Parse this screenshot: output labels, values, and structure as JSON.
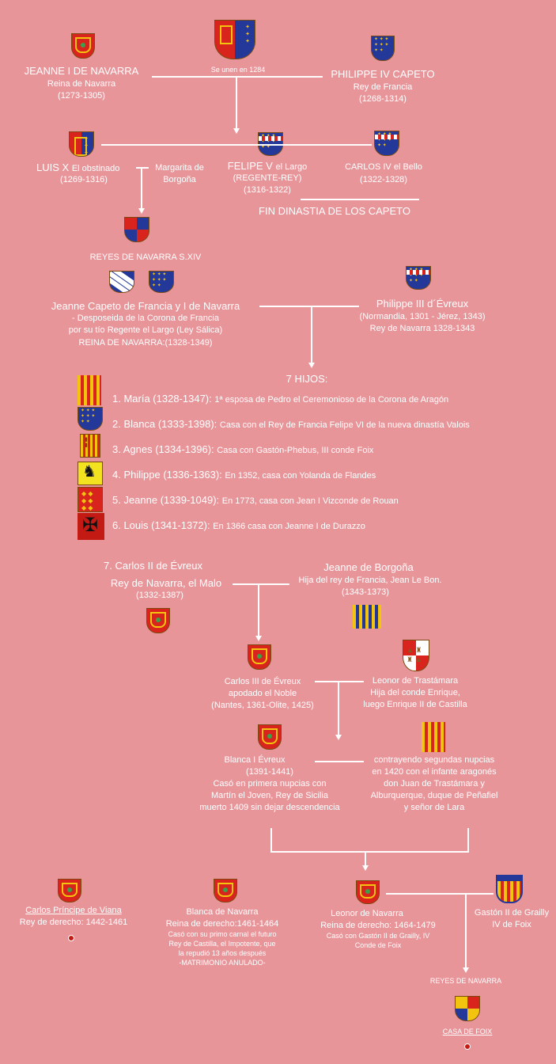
{
  "gen1": {
    "jeanne_name": "JEANNE I DE NAVARRA",
    "jeanne_title": "Reina de Navarra",
    "jeanne_years": "(1273-1305)",
    "union": "Se unen en 1284",
    "philippe_name": "PHILIPPE IV CAPETO",
    "philippe_title": "Rey de Francia",
    "philippe_years": "(1268-1314)"
  },
  "gen2": {
    "luis_name": "LUIS X",
    "luis_epithet": "El obstinado",
    "luis_years": "(1269-1316)",
    "margarita_1": "Margarita de",
    "margarita_2": "Borgoña",
    "felipe_name": "FELIPE V",
    "felipe_epithet": "el Largo",
    "felipe_regent": "(REGENTE-REY)",
    "felipe_years": "(1316-1322)",
    "carlos_name": "CARLOS IV el Bello",
    "carlos_years": "(1322-1328)",
    "end_dynasty": "FIN DINASTIA DE LOS CAPETO"
  },
  "gen3": {
    "section_label": "REYES DE NAVARRA S.XIV",
    "jeanne_name": "Jeanne Capeto de Francia y I de Navarra",
    "jeanne_line2": "- Desposeida de la Corona de Francia",
    "jeanne_line3": "por su tío Regente el Largo (Ley Sálica)",
    "jeanne_line4": "REINA  DE NAVARRA:(1328-1349)",
    "philippe_name": "Philippe III d´Évreux",
    "philippe_line2": "(Normandia, 1301 - Jérez, 1343)",
    "philippe_line3": "Rey de Navarra 1328-1343",
    "children_header": "7 HIJOS:"
  },
  "children": [
    {
      "name": "1. María (1328-1347):",
      "desc": "1ª esposa de Pedro el Ceremonioso de la Corona de Aragón"
    },
    {
      "name": "2. Blanca (1333-1398):",
      "desc": "Casa con el Rey de Francia Felipe VI de la nueva dinastía Valois"
    },
    {
      "name": "3. Agnes (1334-1396):",
      "desc": "Casa con Gastón-Phebus, III conde Foix"
    },
    {
      "name": "4. Philippe (1336-1363):",
      "desc": "En 1352, casa con Yolanda de Flandes"
    },
    {
      "name": "5. Jeanne (1339-1049):",
      "desc": "En 1773, casa con Jean I Vizconde de Rouan"
    },
    {
      "name": "6. Louis (1341-1372):",
      "desc": "En 1366 casa con Jeanne I de Durazzo"
    }
  ],
  "gen4": {
    "carlos_num": "7.",
    "carlos_name": "Carlos II de Évreux",
    "carlos_title": "Rey de Navarra, el Malo",
    "carlos_years": "(1332-1387)",
    "jeanne_name": "Jeanne de Borgoña",
    "jeanne_line2": "Hija del rey de Francia, Jean Le Bon.",
    "jeanne_years": "(1343-1373)"
  },
  "gen5": {
    "carlos_name": "Carlos III de Évreux",
    "carlos_line2": "apodado el Noble",
    "carlos_line3": "(Nantes, 1361-Olite, 1425)",
    "leonor_name": "Leonor de Trastámara",
    "leonor_line2": "Hija del  conde Enrique,",
    "leonor_line3": "luego Enrique II de Castilla"
  },
  "gen6": {
    "blanca_name": "Blanca I  Évreux",
    "blanca_years": "(1391-1441)",
    "blanca_line3": "Casó en primera nupcias con",
    "blanca_line4": "Martín el Joven, Rey de Sicilia",
    "blanca_line5": "muerto 1409 sin dejar descendencia",
    "juan_line1": "contrayendo segundas nupcias",
    "juan_line2": "en 1420 con el infante aragonés",
    "juan_line3": "don Juan de Trastámara y",
    "juan_line4": "Alburquerque, duque de  Peñafiel",
    "juan_line5": "y señor de Lara"
  },
  "gen7": {
    "carlos_name": "Carlos Príncipe de Viana",
    "carlos_line2": "Rey de derecho: 1442-1461",
    "blanca_name": "Blanca de Navarra",
    "blanca_line2": "Reina de derecho:1461-1464",
    "blanca_line3": "Casó con su primo carnal el futuro",
    "blanca_line4": "Rey de Castilla, el Impotente, que",
    "blanca_line5": "la repudió 13 años después",
    "blanca_line6": "-MATRIMONIO ANULADO-",
    "leonor_name": "Leonor de Navarra",
    "leonor_line2": "Reina de derecho: 1464-1479",
    "leonor_line3": "Casó con Gastón II de Grailly, IV",
    "leonor_line4": "Conde de Foix",
    "gaston_line1": "Gastón II de Grailly",
    "gaston_line2": "IV de Foix",
    "reyes_label": "REYES DE NAVARRA",
    "casa_label": "CASA DE FOIX"
  },
  "colors": {
    "background": "#e8959a",
    "text": "#ffffff",
    "navarra_red": "#d8241c",
    "gold": "#f2c40f",
    "france_blue": "#24389a"
  }
}
